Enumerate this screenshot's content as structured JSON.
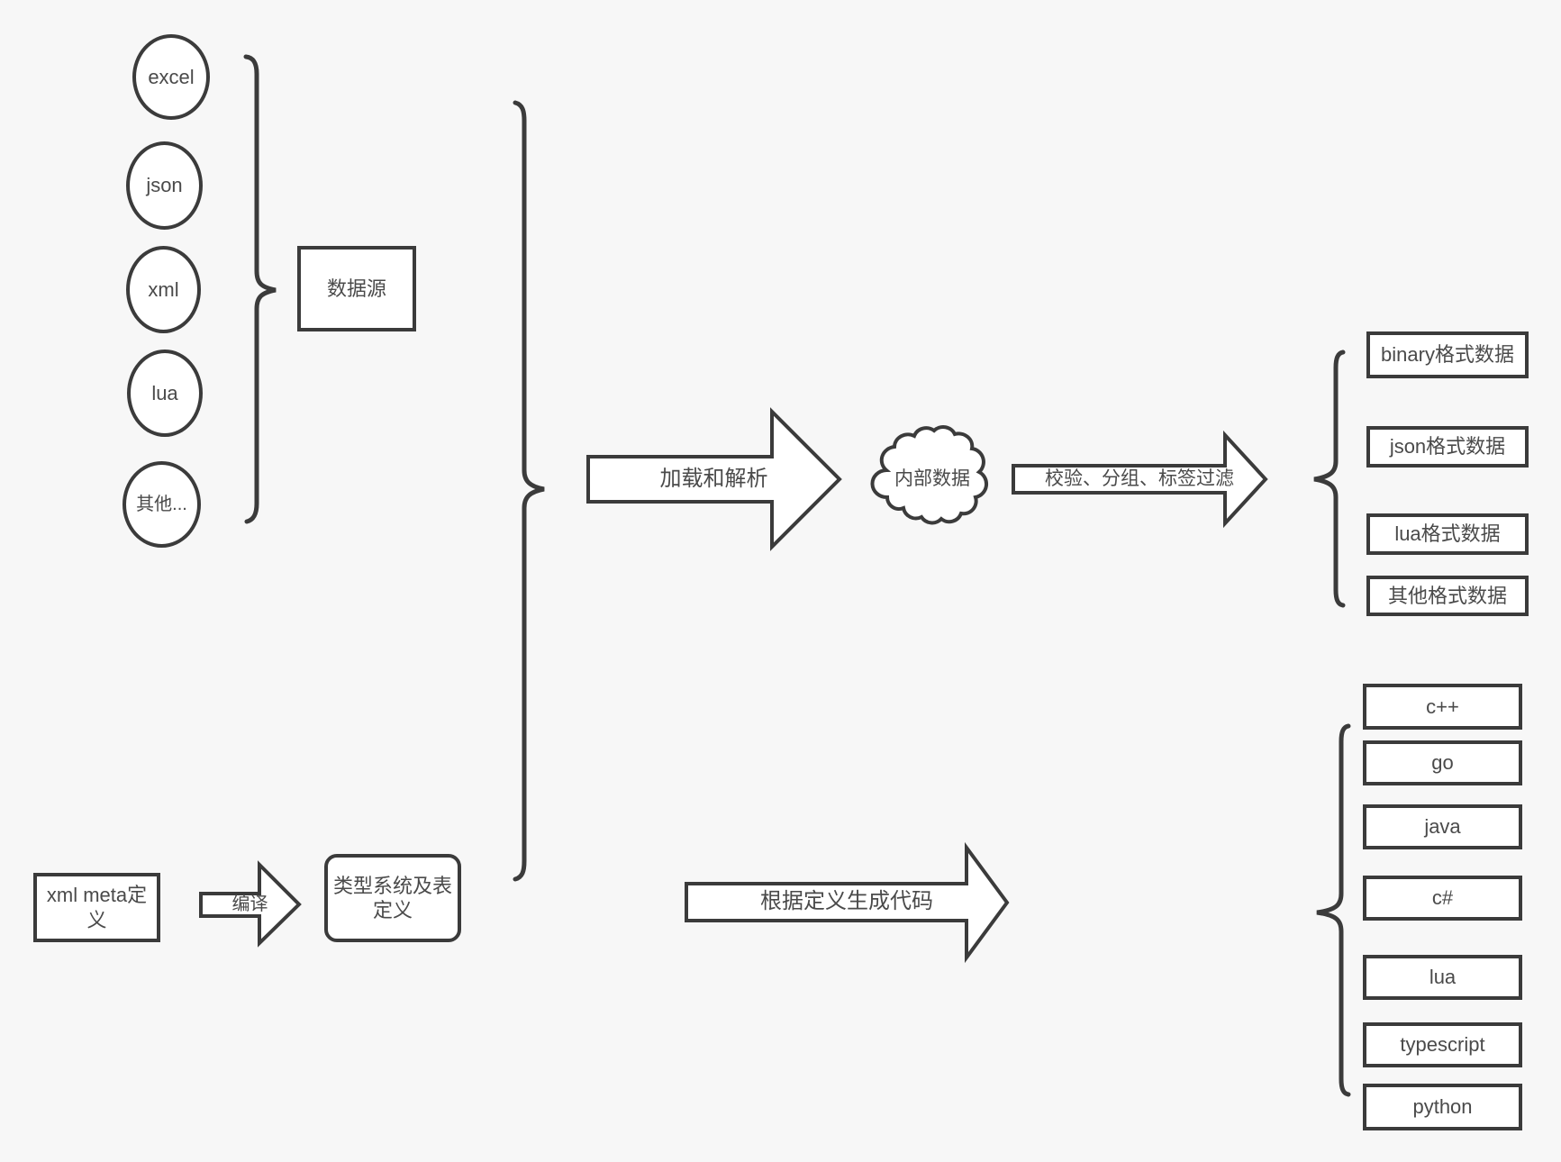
{
  "colors": {
    "background": "#f7f7f7",
    "stroke": "#3b3b3b",
    "text": "#4a4a4a",
    "shape_fill": "#ffffff"
  },
  "sources": {
    "items": [
      "excel",
      "json",
      "xml",
      "lua",
      "其他..."
    ],
    "group_label": "数据源"
  },
  "pipeline": {
    "load_arrow_label": "加载和解析",
    "internal_data_label": "内部数据",
    "filter_arrow_label": "校验、分组、标签过滤"
  },
  "outputs": {
    "formats": [
      "binary格式数据",
      "json格式数据",
      "lua格式数据",
      "其他格式数据"
    ]
  },
  "meta": {
    "xml_meta_label": "xml meta定义",
    "compile_arrow_label": "编译",
    "type_system_label": "类型系统及表定义"
  },
  "codegen": {
    "arrow_label": "根据定义生成代码",
    "languages": [
      "c++",
      "go",
      "java",
      "c#",
      "lua",
      "typescript",
      "python"
    ]
  }
}
